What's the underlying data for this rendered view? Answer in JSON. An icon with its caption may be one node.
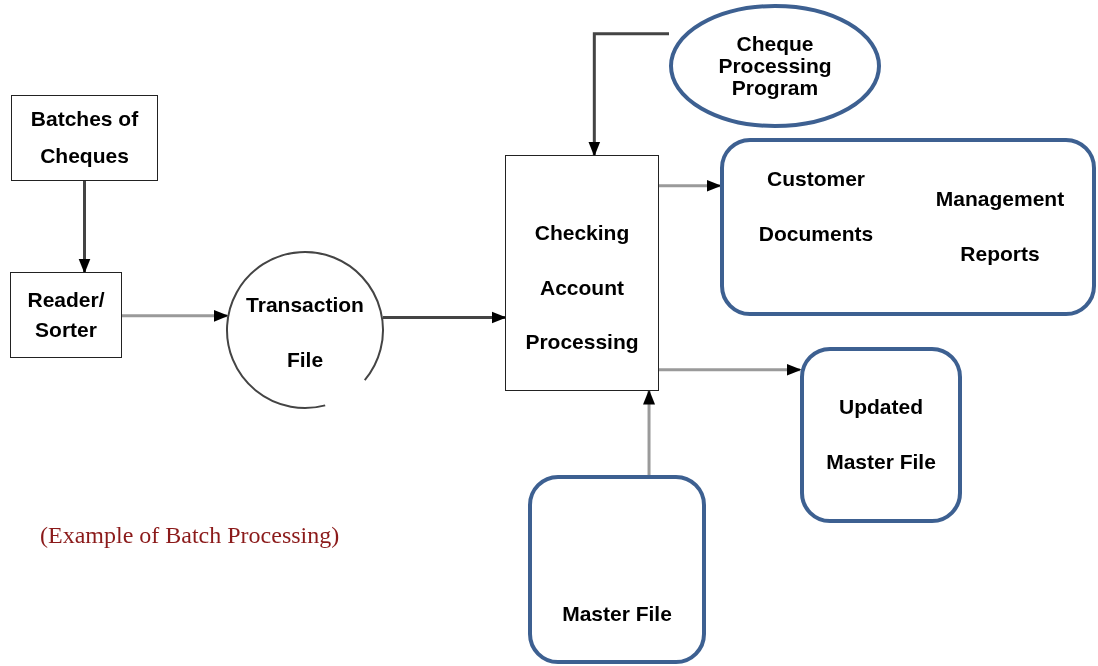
{
  "diagram": {
    "nodes": [
      {
        "text": [
          "Batches of Cheques"
        ]
      },
      {
        "text": [
          "Reader/ Sorter"
        ]
      },
      {
        "text": [
          "Transaction File"
        ]
      },
      {
        "text": [
          "Checking Account Processing"
        ]
      },
      {
        "text": [
          "Cheque Processing Program"
        ]
      },
      {
        "text": [
          "Customer Documents",
          "Management Reports"
        ]
      },
      {
        "text": [
          "Updated Master File"
        ]
      },
      {
        "text": [
          "Master File"
        ]
      }
    ],
    "edges": [
      {
        "from": 0,
        "to": 1,
        "arrow": "to",
        "color": "#444444"
      },
      {
        "from": 1,
        "to": 2,
        "arrow": "to"
      },
      {
        "from": 2,
        "to": 3,
        "arrow": "to",
        "color": "#444444"
      },
      {
        "from": 4,
        "to": 3,
        "arrow": "to",
        "color": "#444444"
      },
      {
        "from": 3,
        "to": 5,
        "arrow": "to"
      },
      {
        "from": 3,
        "to": 6,
        "arrow": "to"
      },
      {
        "from": 7,
        "to": 3,
        "arrow": "to"
      }
    ],
    "labels": [
      "(Example of Batch Processing)"
    ]
  }
}
